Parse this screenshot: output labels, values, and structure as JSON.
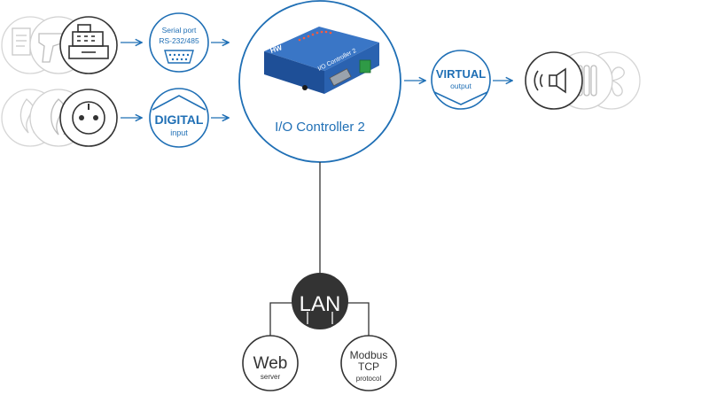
{
  "serial": {
    "line1": "Serial port",
    "line2": "RS-232/485"
  },
  "digital": {
    "title": "DIGITAL",
    "sub": "input"
  },
  "controller": {
    "title": "I/O Controller 2",
    "device_brand": "HW",
    "device_label": "I/O Controller 2"
  },
  "virtual": {
    "title": "VIRTUAL",
    "sub": "output"
  },
  "lan": {
    "label": "LAN"
  },
  "web": {
    "title": "Web",
    "sub": "server"
  },
  "modbus": {
    "line1": "Modbus",
    "line2": "TCP",
    "line3": "protocol"
  },
  "colors": {
    "accent": "#1f6fb5",
    "dark": "#333333",
    "grey": "#c8c8c8"
  },
  "icons": [
    "cash-register-icon",
    "barcode-scanner-icon",
    "document-icon",
    "power-socket-icon",
    "flame-icon",
    "speaker-icon",
    "radiator-icon",
    "fan-icon"
  ]
}
